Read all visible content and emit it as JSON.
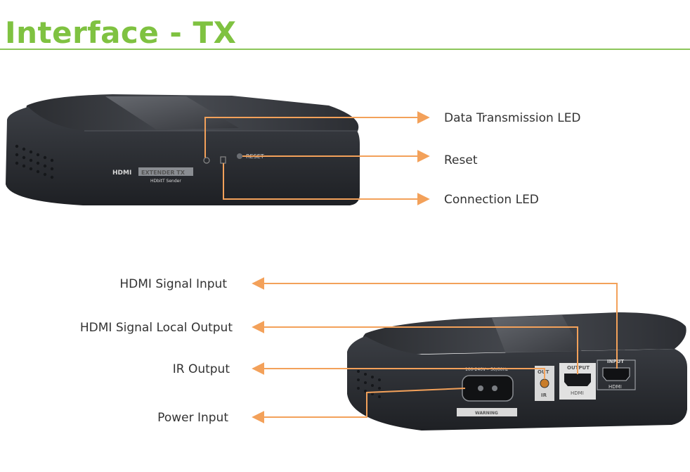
{
  "page": {
    "title": "Interface - TX"
  },
  "colors": {
    "title": "#7fc241",
    "rule": "#8cc65a",
    "callout": "#f3a15a",
    "label": "#333333"
  },
  "front_device": {
    "brand_text": "HDMI",
    "model_text": "EXTENDER TX",
    "sub_text": "HDbitT Sender",
    "reset_text": "RESET"
  },
  "front_callouts": [
    {
      "label": "Data Transmission LED"
    },
    {
      "label": "Reset"
    },
    {
      "label": "Connection LED"
    }
  ],
  "rear_device": {
    "power_text": "100-240V~ 50/60Hz",
    "warning_text": "WARNING",
    "ir_top": "OUT",
    "ir_bottom": "IR",
    "hdmi_out_top": "OUTPUT",
    "hdmi_out_bottom": "HDMI",
    "hdmi_in_top": "INPUT",
    "hdmi_in_bottom": "HDMI"
  },
  "rear_callouts": [
    {
      "label": "HDMI Signal Input"
    },
    {
      "label": "HDMI Signal Local Output"
    },
    {
      "label": "IR Output"
    },
    {
      "label": "Power Input"
    }
  ]
}
